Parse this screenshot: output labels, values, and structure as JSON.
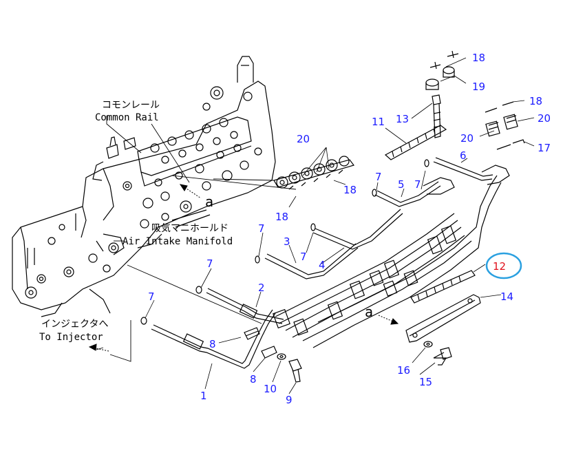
{
  "labels": {
    "common_rail_jp": "コモンレール",
    "common_rail_en": "Common Rail",
    "intake_jp": "吸気マニホールド",
    "intake_en": "Air Intake Manifold",
    "injector_jp": "インジェクタへ",
    "injector_en": "To Injector",
    "view_a": "a"
  },
  "parts": {
    "p1": "1",
    "p2": "2",
    "p3": "3",
    "p4": "4",
    "p5": "5",
    "p6": "6",
    "p7": "7",
    "p8": "8",
    "p9": "9",
    "p10": "10",
    "p11": "11",
    "p12": "12",
    "p13": "13",
    "p14": "14",
    "p15": "15",
    "p16": "16",
    "p17": "17",
    "p18": "18",
    "p19": "19",
    "p20": "20"
  },
  "colors": {
    "callout": "#1a1aff",
    "highlight_text": "#e0101a",
    "highlight_ring": "#2aa0e0",
    "line": "#000000"
  }
}
